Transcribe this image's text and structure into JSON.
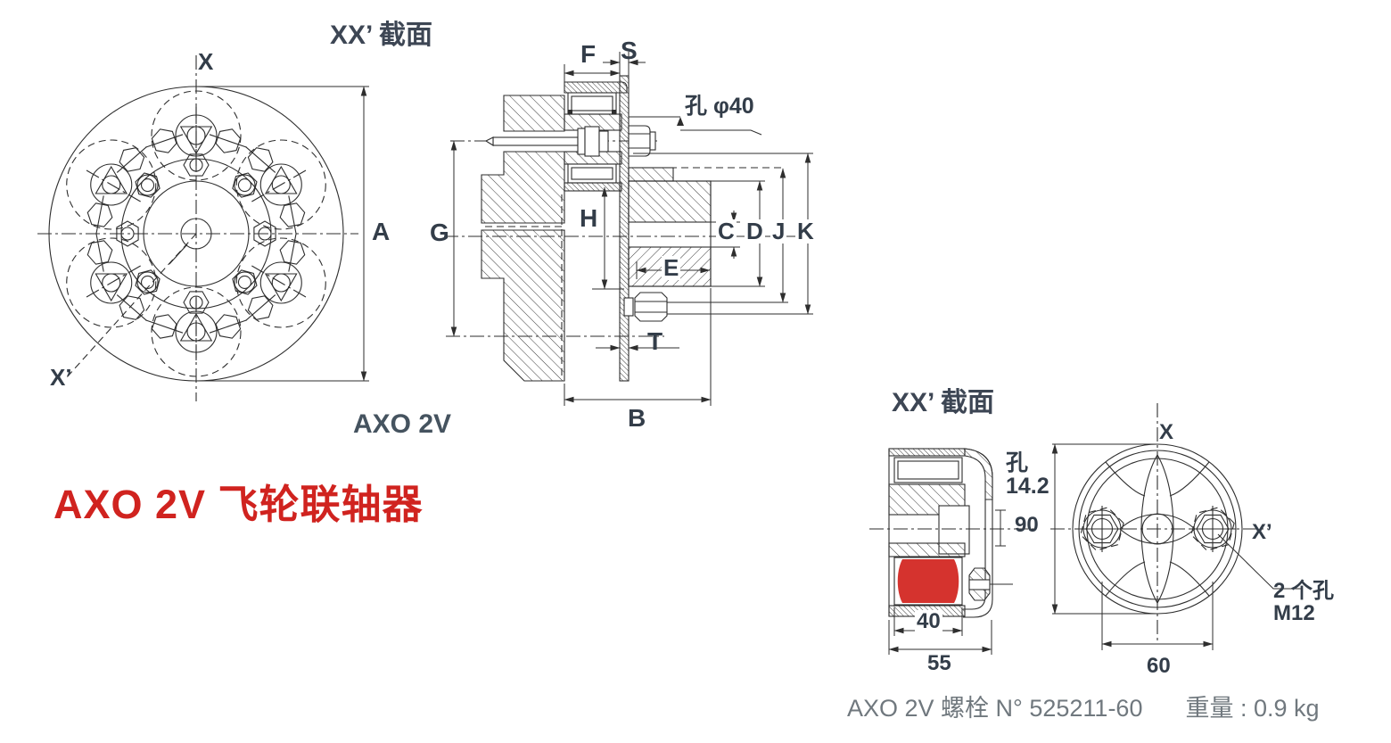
{
  "page": {
    "left_view": {
      "title": "XX’ 截面",
      "axis_top_label": "X",
      "axis_bottom_label": "X’",
      "dim_overall": "A"
    },
    "cross_section": {
      "caption": "AXO 2V",
      "hole_label": "孔 φ40",
      "dims": {
        "F": "F",
        "S": "S",
        "G": "G",
        "H": "H",
        "C": "C",
        "D": "D",
        "J": "J",
        "K": "K",
        "E": "E",
        "T": "T",
        "B": "B"
      }
    },
    "heading": {
      "text": "AXO 2V 飞轮联轴器",
      "color": "#d0231f"
    },
    "right_view": {
      "title": "XX’ 截面",
      "side_section": {
        "hole_note_line1": "孔",
        "hole_note_line2": "14.2",
        "dim_inner": "40",
        "dim_outer": "55",
        "element_color": "#d5332e"
      },
      "front_view": {
        "axis_top_label": "X",
        "axis_right_label": "X’",
        "dim_height": "90",
        "dim_centers": "60",
        "holes_note_line1": "2 个孔",
        "holes_note_line2": "M12"
      }
    },
    "footer": {
      "part": "AXO 2V 螺栓 N° 525211-60",
      "weight_label": "重量 :",
      "weight_value": "0.9 kg"
    }
  }
}
